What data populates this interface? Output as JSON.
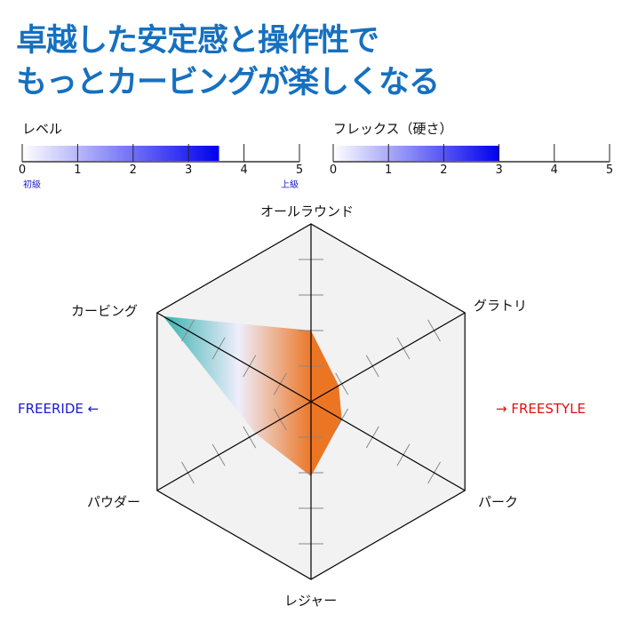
{
  "title": {
    "line1": "卓越した安定感と操作性で",
    "line2": "もっとカービングが楽しくなる"
  },
  "colors": {
    "title": "#1670c0",
    "bar_end": "#0000ee",
    "fill_teal": "#3bb2b0",
    "fill_orange": "#ec7524",
    "freeride": "#1a1ad0",
    "freestyle": "#e01010"
  },
  "chart_data": [
    {
      "type": "bar",
      "title": "レベル",
      "value": 3.55,
      "xlim": [
        0,
        5
      ],
      "ticks": [
        "0",
        "1",
        "2",
        "3",
        "4",
        "5"
      ],
      "min_label": "初級",
      "max_label": "上級"
    },
    {
      "type": "bar",
      "title": "フレックス（硬さ）",
      "value": 3,
      "xlim": [
        0,
        5
      ],
      "ticks": [
        "0",
        "1",
        "2",
        "3",
        "4",
        "5"
      ]
    },
    {
      "type": "radar",
      "range": [
        0,
        5
      ],
      "axes": [
        "オールラウンド",
        "グラトリ",
        "パーク",
        "レジャー",
        "パウダー",
        "カービング"
      ],
      "values": [
        2,
        0.9,
        1,
        2.1,
        1.8,
        4.8
      ],
      "left_annotation": "FREERIDE ←",
      "right_annotation": "→ FREESTYLE"
    }
  ]
}
